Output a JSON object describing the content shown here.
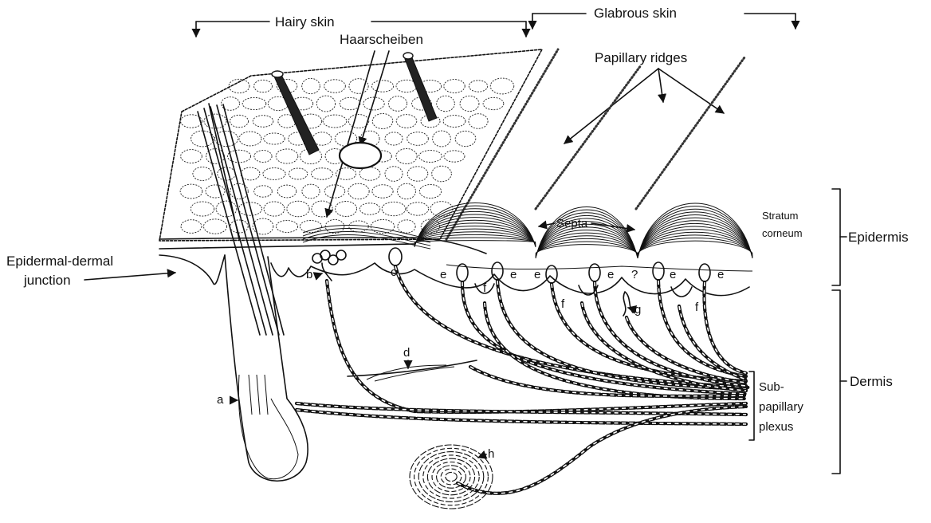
{
  "labels": {
    "hairy_skin": "Hairy skin",
    "glabrous_skin": "Glabrous skin",
    "haarscheiben": "Haarscheiben",
    "papillary_ridges": "Papillary ridges",
    "stratum_corneum_line1": "Stratum",
    "stratum_corneum_line2": "corneum",
    "epidermis": "Epidermis",
    "dermis": "Dermis",
    "septa": "Septa",
    "ed_junction_line1": "Epidermal-dermal",
    "ed_junction_line2": "junction",
    "subpapillary_line1": "Sub-",
    "subpapillary_line2": "papillary",
    "subpapillary_line3": "plexus"
  },
  "markers": {
    "a": "a",
    "b": "b",
    "c": "c",
    "d": "d",
    "e": "e",
    "f": "f",
    "g": "g",
    "h": "h",
    "question": "?"
  }
}
